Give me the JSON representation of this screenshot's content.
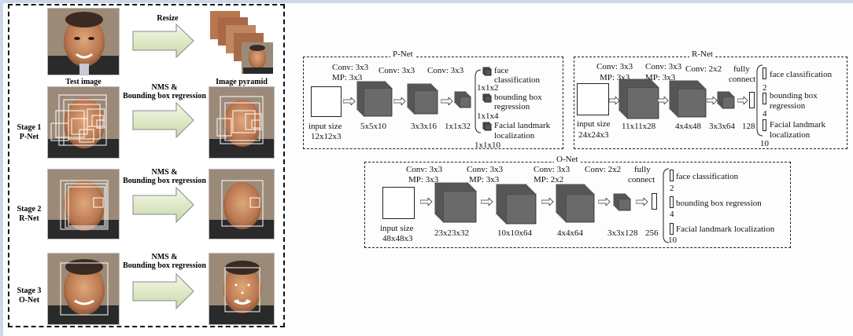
{
  "left_panel": {
    "resize": "Resize",
    "test_image": "Test image",
    "image_pyramid": "Image pyramid",
    "nms1": "NMS &",
    "bbr1": "Bounding box regression",
    "nms2": "NMS &",
    "bbr2": "Bounding box regression",
    "nms3": "NMS &",
    "bbr3": "Bounding box regression",
    "stage1_a": "Stage 1",
    "stage1_b": "P-Net",
    "stage2_a": "Stage 2",
    "stage2_b": "R-Net",
    "stage3_a": "Stage 3",
    "stage3_b": "O-Net"
  },
  "pnet": {
    "title": "P-Net",
    "conv1": "Conv: 3x3",
    "mp1": "MP: 3x3",
    "conv2": "Conv: 3x3",
    "conv3": "Conv: 3x3",
    "input_a": "input size",
    "input_b": "12x12x3",
    "s1": "5x5x10",
    "s2": "3x3x16",
    "s3": "1x1x32",
    "o1_dim": "1x1x2",
    "o1_a": "face",
    "o1_b": "classification",
    "o2_dim": "1x1x4",
    "o2_a": "bounding box",
    "o2_b": "regression",
    "o3_dim": "1x1x10",
    "o3_a": "Facial landmark",
    "o3_b": "localization"
  },
  "rnet": {
    "title": "R-Net",
    "conv1": "Conv: 3x3",
    "mp1": "MP: 3x3",
    "conv2": "Conv: 3x3",
    "mp2": "MP: 3x3",
    "conv3": "Conv: 2x2",
    "fc_a": "fully",
    "fc_b": "connect",
    "input_a": "input size",
    "input_b": "24x24x3",
    "s1": "11x11x28",
    "s2": "4x4x48",
    "s3": "3x3x64",
    "s4": "128",
    "o1": "face classification",
    "o1_dim": "2",
    "o2_a": "bounding box",
    "o2_b": "regression",
    "o2_dim": "4",
    "o3_a": "Facial landmark",
    "o3_b": "localization",
    "o3_dim": "10"
  },
  "onet": {
    "title": "O-Net",
    "conv1": "Conv: 3x3",
    "mp1": "MP: 3x3",
    "conv2": "Conv: 3x3",
    "mp2": "MP: 3x3",
    "conv3": "Conv: 3x3",
    "mp3": "MP: 2x2",
    "conv4": "Conv: 2x2",
    "fc_a": "fully",
    "fc_b": "connect",
    "input_a": "input size",
    "input_b": "48x48x3",
    "s1": "23x23x32",
    "s2": "10x10x64",
    "s3": "4x4x64",
    "s4": "3x3x128",
    "s5": "256",
    "o1": "face classification",
    "o1_dim": "2",
    "o2": "bounding box regression",
    "o2_dim": "4",
    "o3": "Facial landmark localization",
    "o3_dim": "10"
  }
}
